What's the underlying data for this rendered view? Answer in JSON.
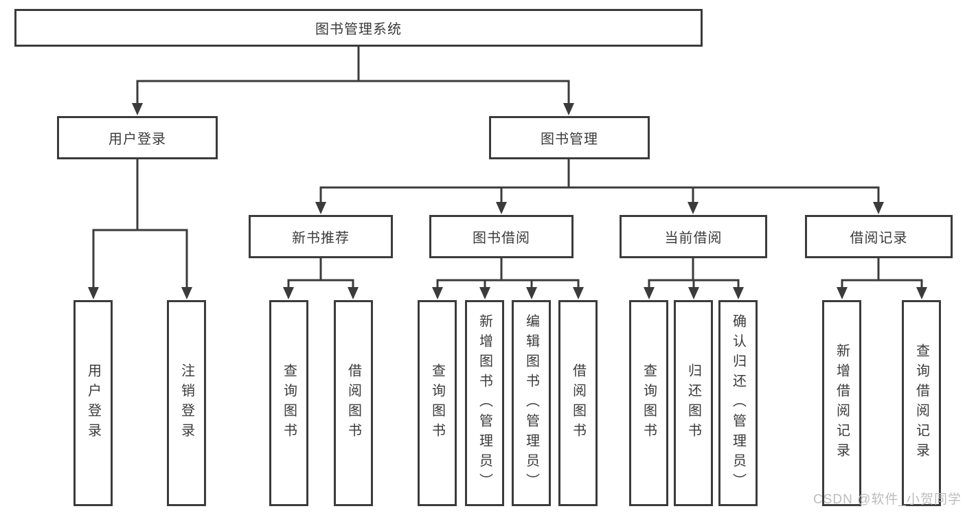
{
  "diagram": {
    "root": {
      "label": "图书管理系统"
    },
    "branches": [
      {
        "label": "用户登录",
        "children": [
          {
            "label": "用户登录"
          },
          {
            "label": "注销登录"
          }
        ]
      },
      {
        "label": "图书管理",
        "children": [
          {
            "label": "新书推荐",
            "children": [
              {
                "label": "查询图书"
              },
              {
                "label": "借阅图书"
              }
            ]
          },
          {
            "label": "图书借阅",
            "children": [
              {
                "label": "查询图书"
              },
              {
                "label": "新增图书（管理员）"
              },
              {
                "label": "编辑图书（管理员）"
              },
              {
                "label": "借阅图书"
              }
            ]
          },
          {
            "label": "当前借阅",
            "children": [
              {
                "label": "查询图书"
              },
              {
                "label": "归还图书"
              },
              {
                "label": "确认归还（管理员）"
              }
            ]
          },
          {
            "label": "借阅记录",
            "children": [
              {
                "label": "新增借阅记录"
              },
              {
                "label": "查询借阅记录"
              }
            ]
          }
        ]
      }
    ],
    "watermark": {
      "text": "CSDN @软件_小贺同学"
    },
    "colors": {
      "line": "#3b3b3b",
      "text": "#3b3b3b",
      "watermark": "#bcbcbc",
      "background": "#ffffff"
    }
  }
}
